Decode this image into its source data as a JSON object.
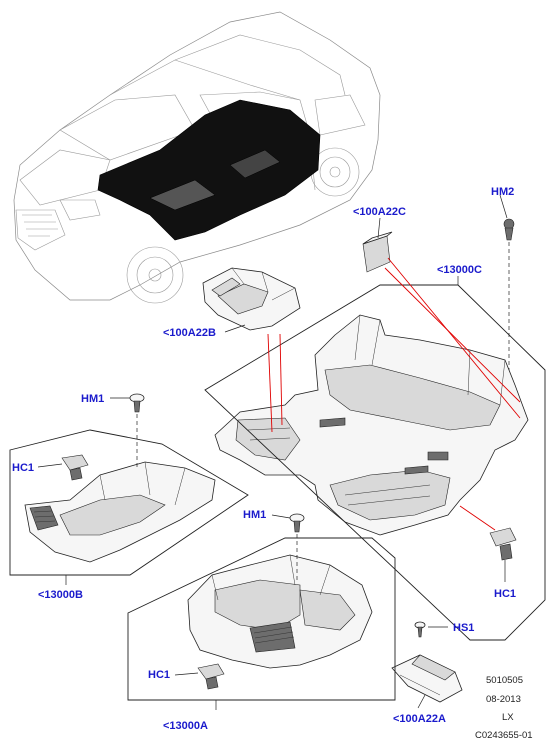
{
  "callouts": {
    "hm2": "HM2",
    "c100a22c": "<100A22C",
    "c13000c": "<13000C",
    "c100a22b": "<100A22B",
    "hm1_left": "HM1",
    "hc1_left": "HC1",
    "c13000b": "<13000B",
    "hm1_center": "HM1",
    "hc1_right": "HC1",
    "hs1": "HS1",
    "hc1_bottom": "HC1",
    "c13000a": "<13000A",
    "c100a22a": "<100A22A"
  },
  "meta": {
    "ref_number": "5010505",
    "date": "08-2013",
    "model": "LX",
    "drawing_id": "C0243655-01"
  },
  "colors": {
    "callout_text": "#1a1acc",
    "highlight_lines": "#e00000",
    "carpet_in_vehicle": "#111111"
  }
}
